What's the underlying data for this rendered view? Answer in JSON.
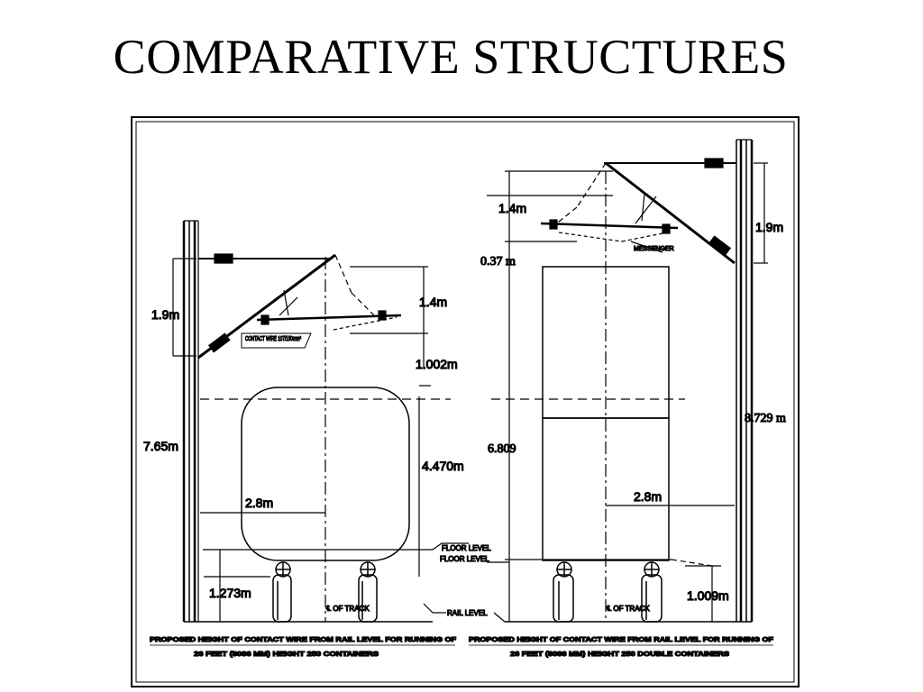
{
  "slide": {
    "title": "COMPARATIVE STRUCTURES"
  },
  "left_structure": {
    "dims": {
      "support_spacing": "1.9m",
      "catenary_height": "1.4m",
      "clearance_above_car": "1.002m",
      "car_height": "4.470m",
      "mast_height": "7.65m",
      "half_width": "2.8m",
      "floor_height": "1.273m"
    },
    "contact_wire_label": "CONTACT WIRE 107/150mm²",
    "floor_level": "FLOOR LEVEL",
    "track_center": "℄ OF TRACK",
    "caption_line1": "PROPOSED HEIGHT OF CONTACT WIRE FROM RAIL LEVEL FOR RUNNING OF",
    "caption_line2": "26 FEET (8086 MM) HEIGHT 250 CONTAINERS"
  },
  "right_structure": {
    "dims": {
      "catenary_height": "1.4m",
      "support_spacing": "1.9m",
      "clearance": "0.37 m",
      "total_height": "6.809",
      "mast_height": "8.729 m",
      "half_width": "2.8m",
      "floor_height": "1.009m"
    },
    "messenger_label": "MESSENGER",
    "floor_level": "FLOOR LEVEL",
    "rail_level": "RAIL LEVEL",
    "track_center": "℄ OF TRACK",
    "caption_line1": "PROPOSED HEIGHT OF CONTACT WIRE FROM RAIL LEVEL FOR RUNNING OF",
    "caption_line2": "26 FEET (8086 MM) HEIGHT 250 DOUBLE CONTAINERS"
  },
  "colors": {
    "ink": "#000000",
    "background": "#ffffff"
  }
}
